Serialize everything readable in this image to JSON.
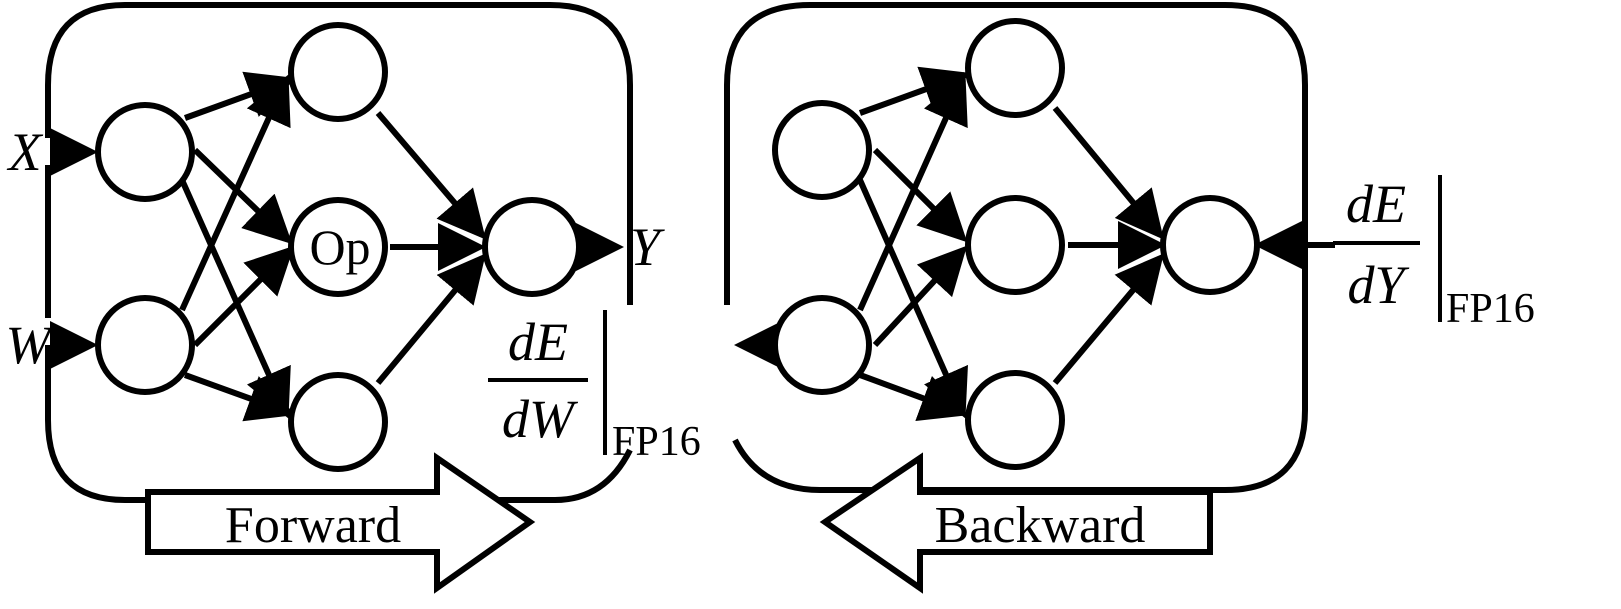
{
  "forward": {
    "input_x": "X",
    "input_w": "W",
    "op_label": "Op",
    "output_y": "Y",
    "arrow_label": "Forward"
  },
  "gradient_w": {
    "numerator": "dE",
    "denominator": "dW",
    "subscript": "FP16"
  },
  "gradient_y": {
    "numerator": "dE",
    "denominator": "dY",
    "subscript": "FP16"
  },
  "backward": {
    "arrow_label": "Backward"
  }
}
